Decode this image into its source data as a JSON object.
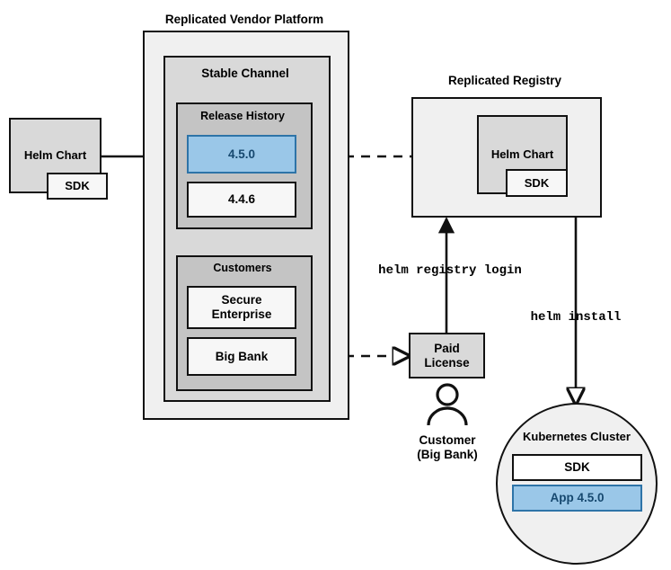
{
  "diagram": {
    "title_platform": "Replicated Vendor Platform",
    "title_registry": "Replicated Registry",
    "nodes": {
      "helm_chart_source": {
        "label": "Helm Chart",
        "sdk_label": "SDK"
      },
      "stable_channel": {
        "label": "Stable Channel"
      },
      "release_history": {
        "label": "Release History"
      },
      "release_450": {
        "label": "4.5.0"
      },
      "release_446": {
        "label": "4.4.6"
      },
      "customers": {
        "label": "Customers"
      },
      "customer_secure_enterprise": {
        "label": "Secure\nEnterprise",
        "line1": "Secure",
        "line2": "Enterprise"
      },
      "customer_big_bank": {
        "label": "Big Bank"
      },
      "registry_helm_chart": {
        "label": "Helm Chart",
        "sdk_label": "SDK"
      },
      "paid_license": {
        "label": "Paid\nLicense",
        "line1": "Paid",
        "line2": "License"
      },
      "customer_person": {
        "line1": "Customer",
        "line2": "(Big Bank)"
      },
      "k8s_cluster": {
        "label": "Kubernetes Cluster",
        "sdk_label": "SDK",
        "app_label": "App 4.5.0"
      }
    },
    "edges": {
      "helm_registry_login": "helm registry login",
      "helm_install": "helm install"
    },
    "colors": {
      "accent_blue_fill": "#9ac7e8",
      "accent_blue_border": "#2e74a8",
      "accent_blue_text": "#16486f",
      "stroke": "#111111",
      "fill_light": "#f0f0f0",
      "fill_mid": "#d9d9d9",
      "fill_dark": "#c4c4c4",
      "fill_white": "#f7f7f7"
    }
  }
}
